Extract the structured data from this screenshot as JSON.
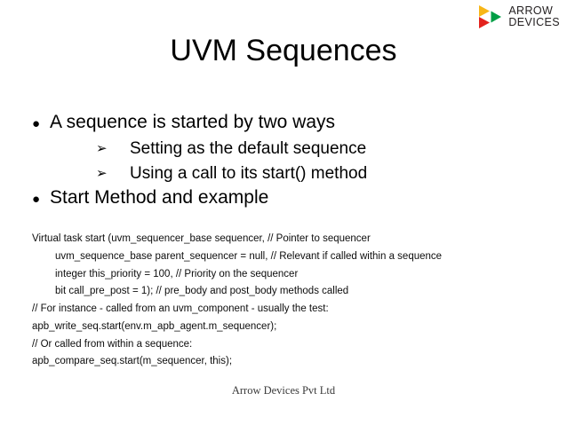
{
  "brand": {
    "logo_icon": "arrow-triangle-logo",
    "name_line1": "ARROW",
    "name_line2": "DEVICES",
    "colors": {
      "yellow": "#f7b617",
      "green": "#009e45",
      "red": "#e3231e",
      "wordmark": "#231f20"
    }
  },
  "slide": {
    "title": "UVM Sequences",
    "bullets": [
      {
        "level": 1,
        "marker": "●",
        "marker_name": "disc-bullet-icon",
        "text": "A sequence is started by two ways"
      },
      {
        "level": 2,
        "marker": "➢",
        "marker_name": "arrowhead-bullet-icon",
        "text": "Setting as the default sequence"
      },
      {
        "level": 2,
        "marker": "➢",
        "marker_name": "arrowhead-bullet-icon",
        "text": "Using a call to its start() method"
      },
      {
        "level": 1,
        "marker": "●",
        "marker_name": "disc-bullet-icon",
        "text": "Start Method and example"
      }
    ],
    "code_lines": [
      {
        "indent": 0,
        "text": "Virtual task start (uvm_sequencer_base sequencer, // Pointer to sequencer"
      },
      {
        "indent": 1,
        "text": "uvm_sequence_base parent_sequencer = null, // Relevant if called within a sequence"
      },
      {
        "indent": 1,
        "text": "integer this_priority = 100, // Priority on the sequencer"
      },
      {
        "indent": 1,
        "text": "bit call_pre_post = 1); // pre_body and post_body methods called"
      },
      {
        "indent": 0,
        "text": "// For instance - called from an uvm_component - usually the test:"
      },
      {
        "indent": 0,
        "text": "apb_write_seq.start(env.m_apb_agent.m_sequencer);"
      },
      {
        "indent": 0,
        "text": "// Or called from within a sequence:"
      },
      {
        "indent": 0,
        "text": "apb_compare_seq.start(m_sequencer, this);"
      }
    ],
    "footer": "Arrow Devices Pvt Ltd"
  }
}
